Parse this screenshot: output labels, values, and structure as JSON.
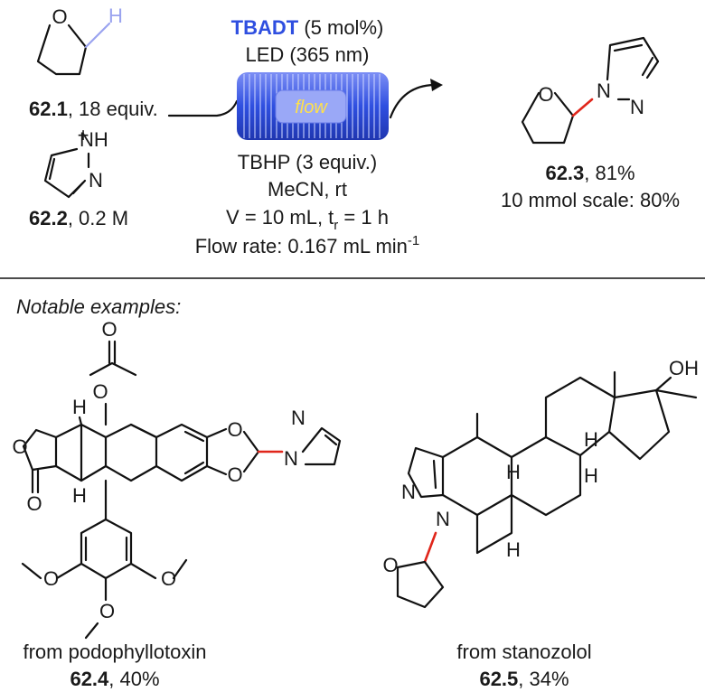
{
  "reaction": {
    "reagent1": {
      "id": "62.1",
      "suffix": ", 18 equiv."
    },
    "plus": "+",
    "reagent2": {
      "id": "62.2",
      "suffix": ", 0.2 M"
    },
    "catalyst": {
      "name": "TBADT",
      "suffix": " (5 mol%)",
      "color": "#2f4fe0"
    },
    "light": "LED (365 nm)",
    "reactor_label": "flow",
    "oxidant": "TBHP (3 equiv.)",
    "solvent": "MeCN, rt",
    "volume_prefix": "V = 10 mL, t",
    "volume_sub": "r",
    "volume_suffix": " = 1 h",
    "flow_rate_prefix": "Flow rate: 0.167 mL min",
    "flow_rate_sup": "-1",
    "product": {
      "id": "62.3",
      "suffix": ", 81%"
    },
    "scale": "10 mmol scale: 80%"
  },
  "examples": {
    "heading": "Notable examples:",
    "ex1": {
      "source": "from podophyllotoxin",
      "id": "62.4",
      "suffix": ", 40%"
    },
    "ex2": {
      "source": "from stanozolol",
      "id": "62.5",
      "suffix": ", 34%"
    }
  },
  "atoms": {
    "O": "O",
    "N": "N",
    "NH": "NH",
    "H": "H",
    "OH": "OH"
  },
  "colors": {
    "highlight_bond": "#e0261b",
    "reactor_coil": "#2f4fe0",
    "h_highlight": "#9aa3ef"
  },
  "icons": [
    "thf-ring",
    "pyrazole-ring",
    "flow-reactor-coil",
    "reaction-arrow"
  ]
}
